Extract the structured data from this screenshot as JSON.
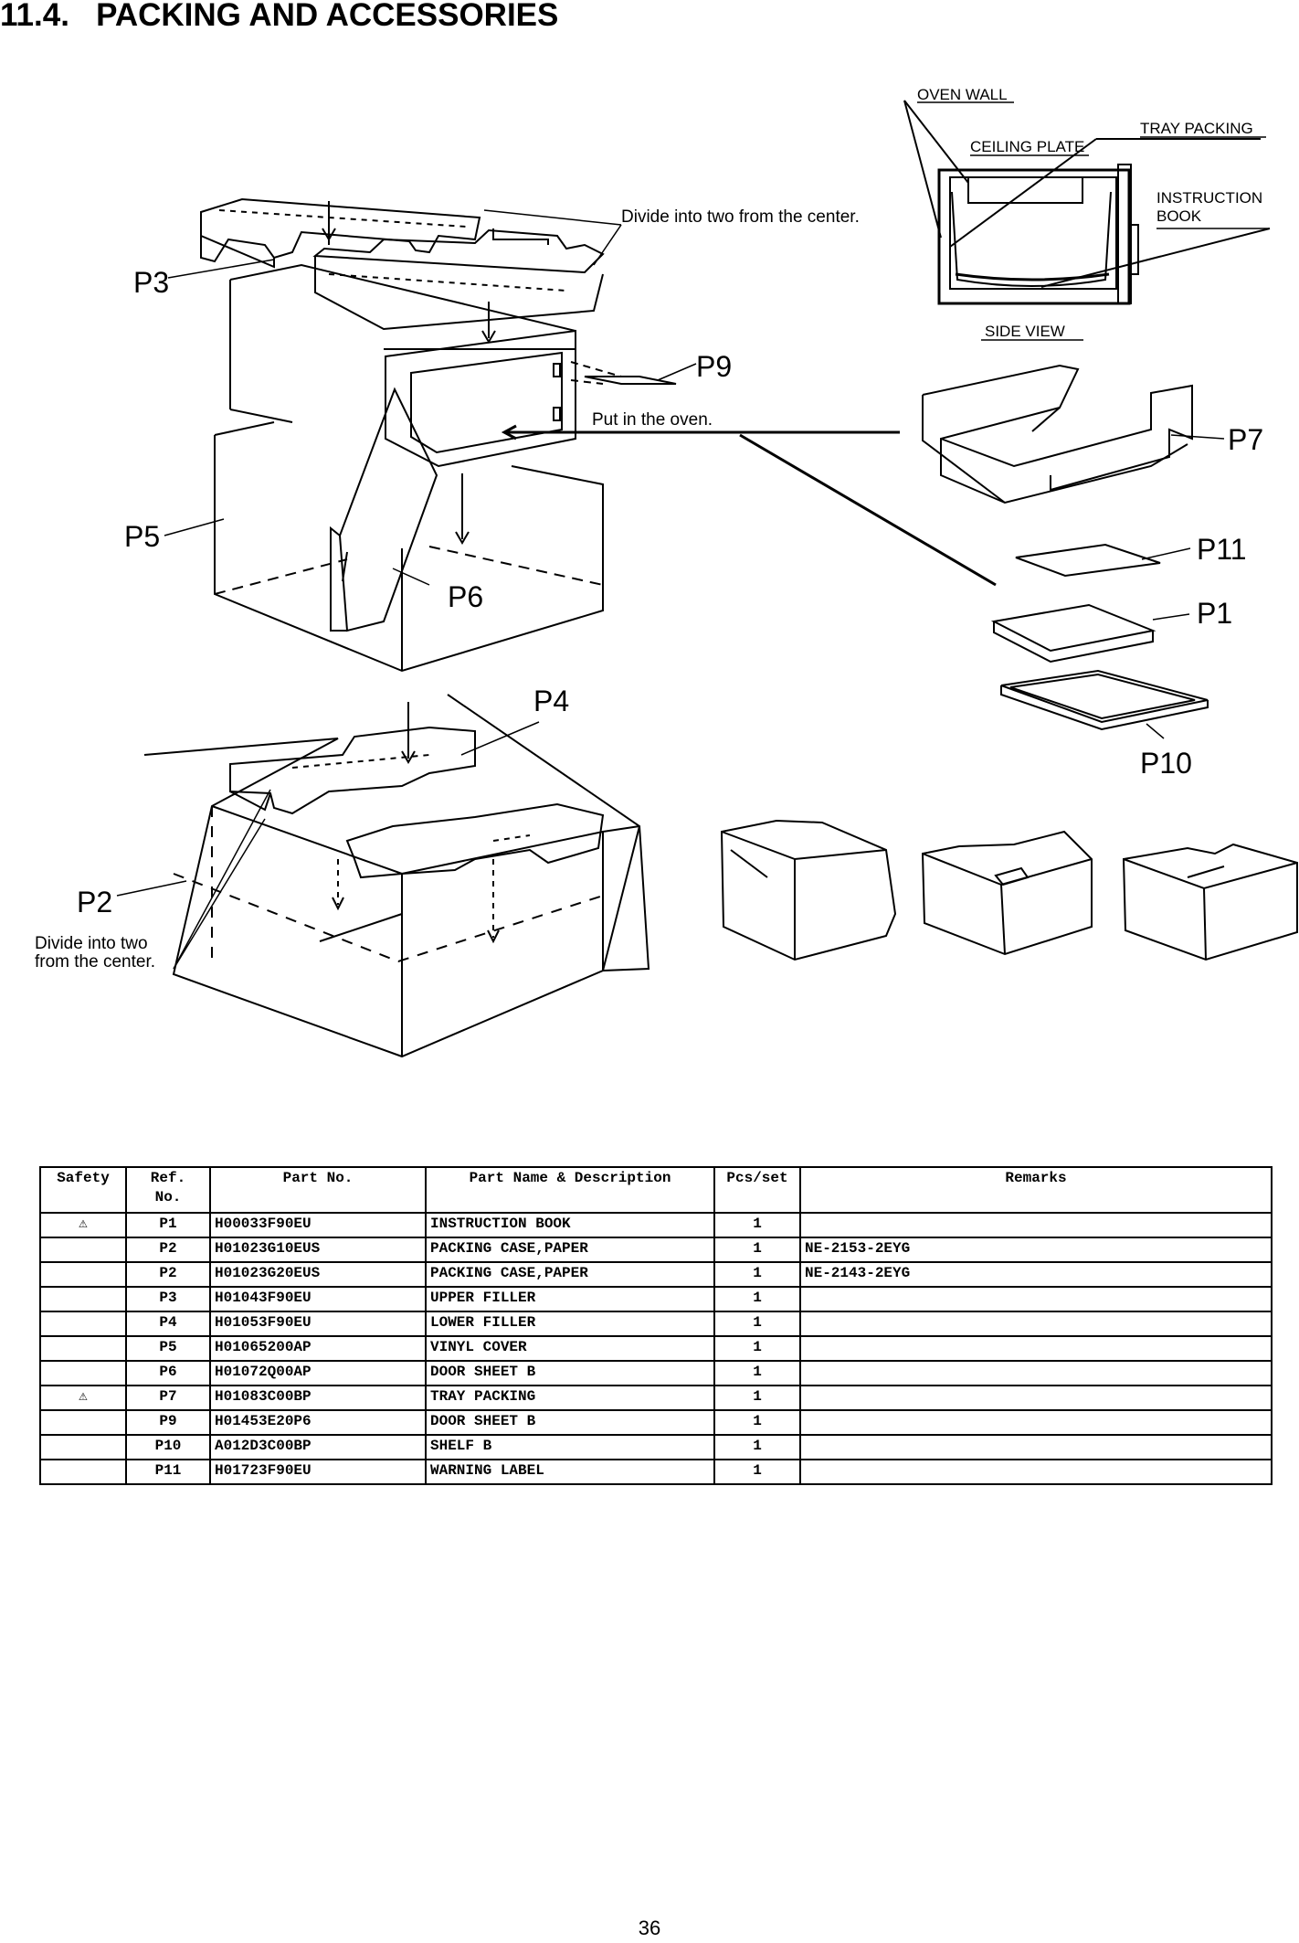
{
  "section": {
    "number": "11.4.",
    "title": "PACKING AND ACCESSORIES"
  },
  "figure": {
    "callouts": {
      "p1": "P1",
      "p2": "P2",
      "p3": "P3",
      "p4": "P4",
      "p5": "P5",
      "p6": "P6",
      "p7": "P7",
      "p9": "P9",
      "p10": "P10",
      "p11": "P11"
    },
    "notes": {
      "divide_top": "Divide into two from the center.",
      "put_in_oven": "Put in the oven.",
      "divide_bottom_line1": "Divide into two",
      "divide_bottom_line2": "from the center."
    },
    "side_view": {
      "oven_wall": "OVEN WALL",
      "ceiling_plate": "CEILING PLATE",
      "tray_packing": "TRAY PACKING",
      "instruction_line1": "INSTRUCTION",
      "instruction_line2": "BOOK",
      "caption": "SIDE VIEW"
    }
  },
  "table": {
    "headers": {
      "safety": "Safety",
      "ref_line1": "Ref.",
      "ref_line2": "No.",
      "part_no": "Part No.",
      "name": "Part Name & Description",
      "pcs": "Pcs/set",
      "remarks": "Remarks"
    },
    "rows": [
      {
        "safety": "⚠",
        "ref": "P1",
        "part": "H00033F90EU",
        "name": "INSTRUCTION BOOK",
        "pcs": "1",
        "remarks": ""
      },
      {
        "safety": "",
        "ref": "P2",
        "part": "H01023G10EUS",
        "name": "PACKING CASE,PAPER",
        "pcs": "1",
        "remarks": "NE-2153-2EYG"
      },
      {
        "safety": "",
        "ref": "P2",
        "part": "H01023G20EUS",
        "name": "PACKING CASE,PAPER",
        "pcs": "1",
        "remarks": "NE-2143-2EYG"
      },
      {
        "safety": "",
        "ref": "P3",
        "part": "H01043F90EU",
        "name": "UPPER FILLER",
        "pcs": "1",
        "remarks": ""
      },
      {
        "safety": "",
        "ref": "P4",
        "part": "H01053F90EU",
        "name": "LOWER FILLER",
        "pcs": "1",
        "remarks": ""
      },
      {
        "safety": "",
        "ref": "P5",
        "part": "H01065200AP",
        "name": "VINYL COVER",
        "pcs": "1",
        "remarks": ""
      },
      {
        "safety": "",
        "ref": "P6",
        "part": "H01072Q00AP",
        "name": "DOOR SHEET B",
        "pcs": "1",
        "remarks": ""
      },
      {
        "safety": "⚠",
        "ref": "P7",
        "part": "H01083C00BP",
        "name": "TRAY PACKING",
        "pcs": "1",
        "remarks": ""
      },
      {
        "safety": "",
        "ref": "P9",
        "part": "H01453E20P6",
        "name": "DOOR SHEET B",
        "pcs": "1",
        "remarks": ""
      },
      {
        "safety": "",
        "ref": "P10",
        "part": "A012D3C00BP",
        "name": "SHELF B",
        "pcs": "1",
        "remarks": ""
      },
      {
        "safety": "",
        "ref": "P11",
        "part": "H01723F90EU",
        "name": "WARNING LABEL",
        "pcs": "1",
        "remarks": ""
      }
    ]
  },
  "page_number": "36"
}
